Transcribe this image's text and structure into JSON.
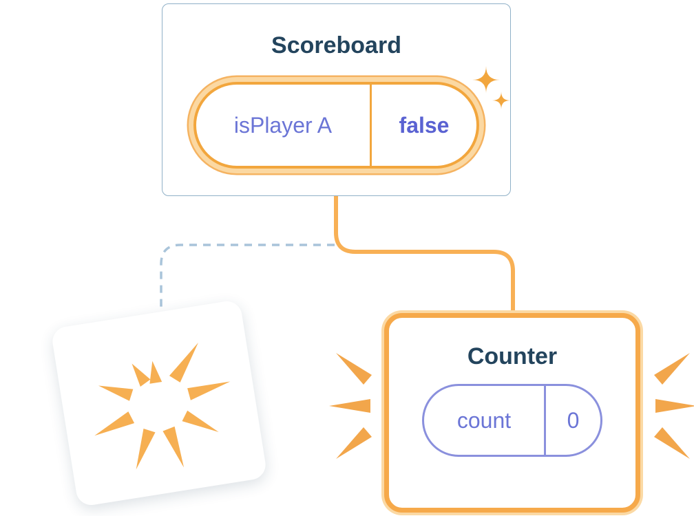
{
  "scoreboard": {
    "title": "Scoreboard",
    "state": {
      "name": "isPlayer A",
      "value": "false"
    }
  },
  "counter": {
    "title": "Counter",
    "state": {
      "name": "count",
      "value": "0"
    }
  },
  "icons": {
    "sparkle": "four-point-star",
    "poof": "radial-burst",
    "emphasis": "emphasis-strokes"
  },
  "palette": {
    "orange": "#F6A94A",
    "orange_light": "#FBD8A2",
    "purple": "#6B75D6",
    "purple_border": "#8A90DD",
    "title_blue": "#23445D",
    "dashed_blue": "#A9C4DA",
    "card_border_blue": "#8FB0C7"
  }
}
